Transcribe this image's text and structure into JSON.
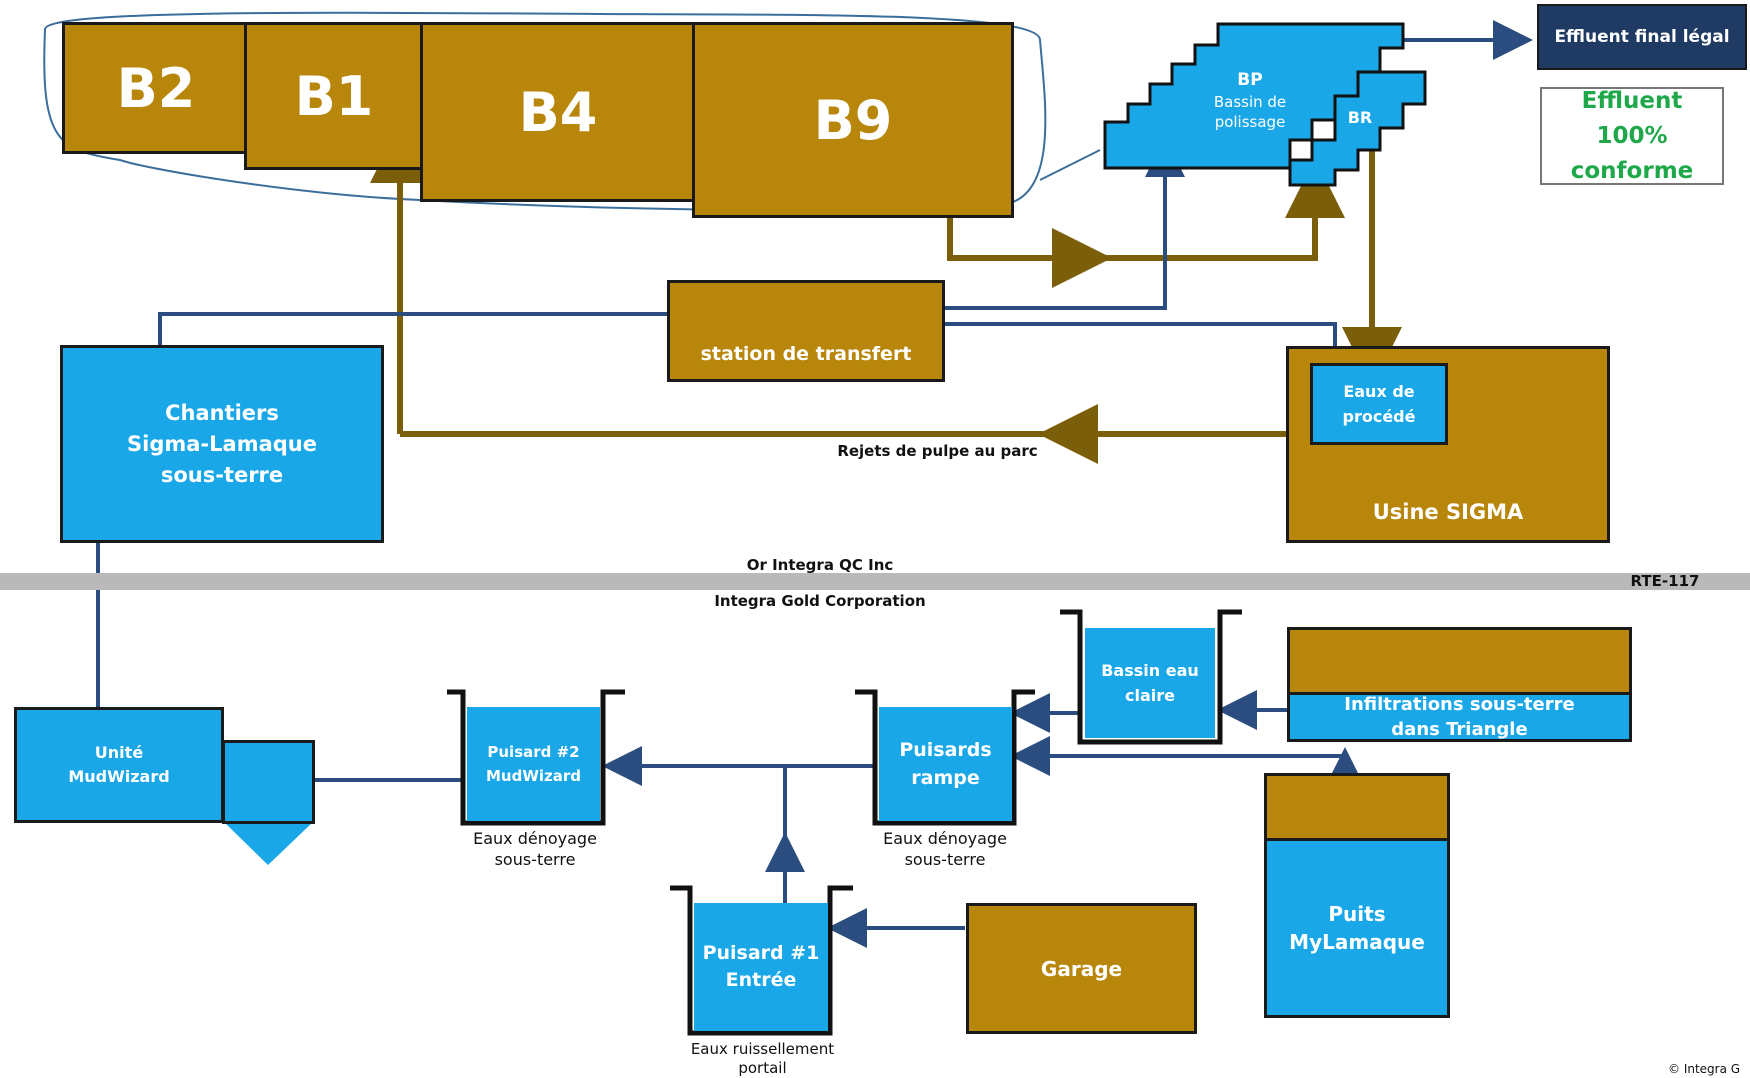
{
  "bassins": {
    "b2": "B2",
    "b1": "B1",
    "b4": "B4",
    "b9": "B9"
  },
  "effluent_final": "Effluent final légal",
  "effluent_conforme": "Effluent\n100%\nconforme",
  "bp": {
    "code": "BP",
    "name": "Bassin de\npolissage"
  },
  "br": "BR",
  "station": "station de transfert",
  "chantiers": "Chantiers\nSigma-Lamaque\nsous-terre",
  "eaux_procede": "Eaux de\nprocédé",
  "usine": "Usine SIGMA",
  "rejets": "Rejets de pulpe au parc",
  "or_integra": "Or Integra QC Inc",
  "integra_gold": "Integra Gold Corporation",
  "rte": "RTE-117",
  "bassin_eau_claire": "Bassin eau\nclaire",
  "infiltrations": "Infiltrations sous-terre\ndans Triangle",
  "unite": "Unité\nMudWizard",
  "puisard2": "Puisard #2\nMudWizard",
  "puisards_rampe": "Puisards\nrampe",
  "eaux_denoyage_1": "Eaux dénoyage\nsous-terre",
  "eaux_denoyage_2": "Eaux dénoyage\nsous-terre",
  "puisard1": "Puisard #1\nEntrée",
  "garage": "Garage",
  "puits": "Puits\nMyLamaque",
  "eaux_ruissellement": "Eaux ruissellement\nportail",
  "copyright": "© Integra G",
  "colors": {
    "gold": "#b8860b",
    "blue": "#1aa7e8",
    "navy": "#1f3b63",
    "arrow_blue": "#2b4c7e",
    "arrow_gold": "#7a5e0a",
    "green": "#1ea84a"
  }
}
